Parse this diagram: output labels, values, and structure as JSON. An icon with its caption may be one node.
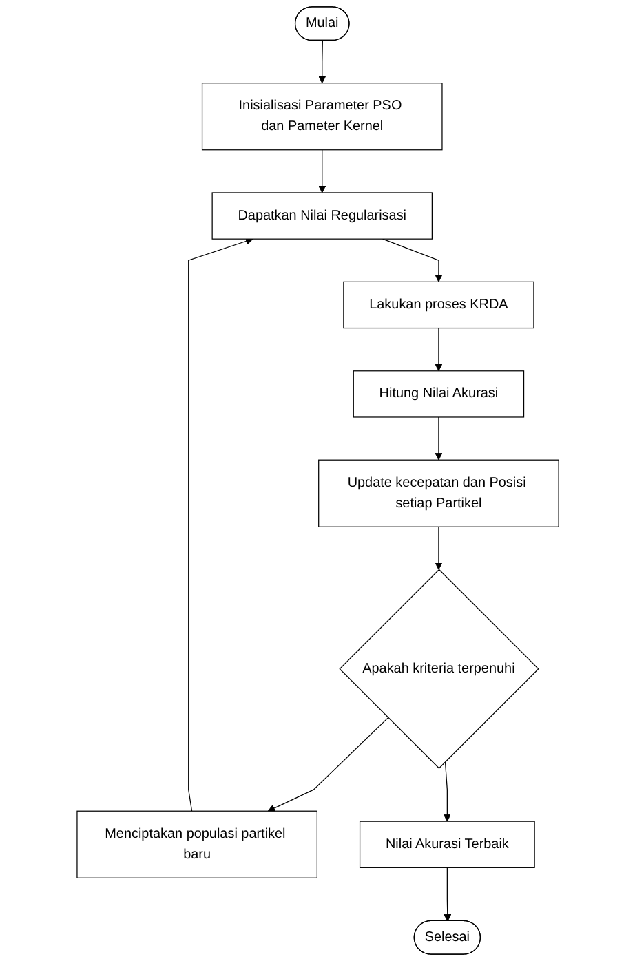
{
  "diagram": {
    "nodes": [
      {
        "text": [
          "Mulai"
        ]
      },
      {
        "text": [
          "Inisialisasi Parameter PSO dan Pameter Kernel"
        ]
      },
      {
        "text": [
          "Dapatkan Nilai Regularisasi"
        ]
      },
      {
        "text": [
          "Lakukan proses KRDA"
        ]
      },
      {
        "text": [
          "Hitung Nilai Akurasi"
        ]
      },
      {
        "text": [
          "Update kecepatan dan Posisi setiap Partikel"
        ]
      },
      {
        "text": [
          "Apakah kriteria terpenuhi"
        ]
      },
      {
        "text": [
          "Menciptakan populasi partikel baru"
        ]
      },
      {
        "text": [
          "Nilai Akurasi Terbaik"
        ]
      },
      {
        "text": [
          "Selesai"
        ]
      }
    ],
    "edges": [
      {
        "from": 0,
        "to": 1,
        "arrow": "to"
      },
      {
        "from": 1,
        "to": 2,
        "arrow": "to"
      },
      {
        "from": 2,
        "to": 3,
        "arrow": "to"
      },
      {
        "from": 3,
        "to": 4,
        "arrow": "to"
      },
      {
        "from": 4,
        "to": 5,
        "arrow": "to"
      },
      {
        "from": 5,
        "to": 6,
        "arrow": "to"
      },
      {
        "from": 6,
        "to": 7,
        "arrow": "to"
      },
      {
        "from": 7,
        "to": 2,
        "arrow": "to"
      },
      {
        "from": 6,
        "to": 8,
        "arrow": "to"
      },
      {
        "from": 8,
        "to": 9,
        "arrow": "to"
      }
    ]
  }
}
